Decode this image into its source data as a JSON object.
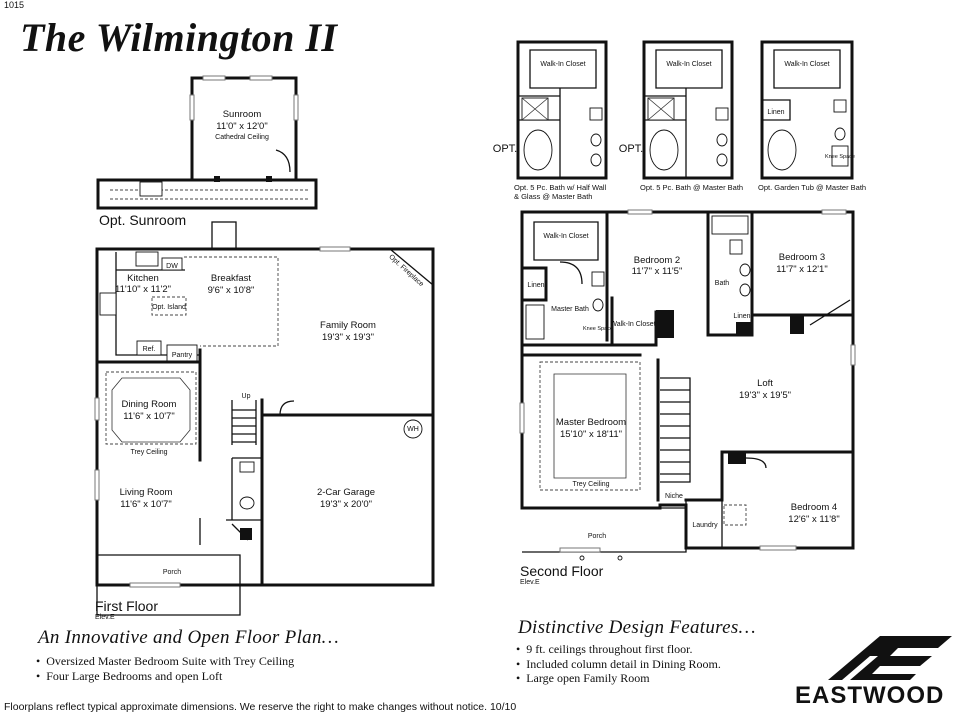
{
  "page_code": "1015",
  "title": "The Wilmington II",
  "first_floor": {
    "floor_label": "First Floor",
    "elevation": "Elev.E",
    "option_label": "Opt. Sunroom",
    "rooms": {
      "sunroom": {
        "name": "Sunroom",
        "dims": "11'0\" x 12'0\"",
        "note": "Cathedral Ceiling"
      },
      "kitchen": {
        "name": "Kitchen",
        "dims": "11'10\" x 11'2\""
      },
      "dw": "DW",
      "opt_island": "Opt. Island",
      "ref": "Ref.",
      "pantry": "Pantry",
      "breakfast": {
        "name": "Breakfast",
        "dims": "9'6\" x 10'8\""
      },
      "opt_fireplace": "Opt. Fireplace",
      "family_room": {
        "name": "Family Room",
        "dims": "19'3\" x 19'3\""
      },
      "dining_room": {
        "name": "Dining Room",
        "dims": "11'6\" x 10'7\"",
        "note": "Trey Ceiling"
      },
      "up": "Up",
      "wh": "WH",
      "living_room": {
        "name": "Living Room",
        "dims": "11'6\" x 10'7\""
      },
      "garage": {
        "name": "2-Car Garage",
        "dims": "19'3\" x 20'0\""
      },
      "porch": "Porch"
    }
  },
  "bath_options": [
    {
      "label": "Opt. 5 Pc. Bath w/ Half Wall & Glass @ Master Bath",
      "closet": "Walk-In Closet",
      "opt": "OPT."
    },
    {
      "label": "Opt. 5 Pc. Bath @ Master Bath",
      "closet": "Walk-In Closet",
      "opt": "OPT."
    },
    {
      "label": "Opt. Garden Tub @ Master Bath",
      "closet": "Walk-In Closet",
      "linen": "Linen",
      "knee": "Knee Space"
    }
  ],
  "second_floor": {
    "floor_label": "Second Floor",
    "elevation": "Elev.E",
    "rooms": {
      "walkin_closet": "Walk-In Closet",
      "linen": "Linen",
      "master_bath": "Master Bath",
      "knee_space": "Knee Space",
      "bedroom2": {
        "name": "Bedroom 2",
        "dims": "11'7\" x 11'5\""
      },
      "walkin_closet2": "Walk-In Closet",
      "bath": "Bath",
      "linen2": "Linen",
      "bedroom3": {
        "name": "Bedroom 3",
        "dims": "11'7\" x 12'1\""
      },
      "master_bedroom": {
        "name": "Master Bedroom",
        "dims": "15'10\" x 18'11\"",
        "note": "Trey Ceiling"
      },
      "loft": {
        "name": "Loft",
        "dims": "19'3\" x 19'5\""
      },
      "niche": "Niche",
      "laundry": "Laundry",
      "bedroom4": {
        "name": "Bedroom 4",
        "dims": "12'6\" x 11'8\""
      },
      "porch": "Porch"
    }
  },
  "features_left": {
    "heading": "An Innovative and Open Floor Plan…",
    "items": [
      "Oversized Master Bedroom Suite with Trey Ceiling",
      "Four Large Bedrooms and open Loft"
    ]
  },
  "features_right": {
    "heading": "Distinctive Design Features…",
    "items": [
      "9 ft. ceilings throughout first floor.",
      "Included column detail in Dining Room.",
      "Large open Family Room"
    ]
  },
  "disclaimer": "Floorplans reflect typical approximate dimensions. We reserve the right to make changes without notice. 10/10",
  "brand": {
    "name": "EASTWOOD",
    "logo_icon": "eastwood-e-logo-icon",
    "color": "#111111"
  }
}
